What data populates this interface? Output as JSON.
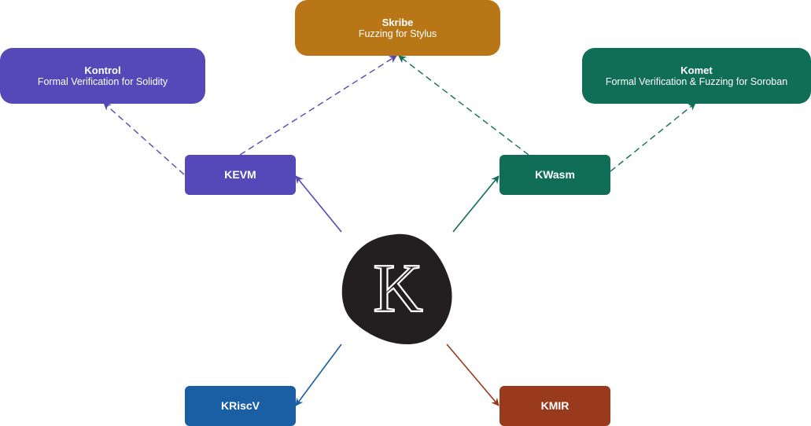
{
  "center": {
    "logo_letter": "K",
    "icon": "k-framework-logo",
    "color": "#231f20"
  },
  "targets": {
    "skribe": {
      "title": "Skribe",
      "subtitle": "Fuzzing for Stylus",
      "color": "#b97617"
    },
    "kontrol": {
      "title": "Kontrol",
      "subtitle": "Formal Verification for Solidity",
      "color": "#5548b8"
    },
    "komet": {
      "title": "Komet",
      "subtitle": "Formal Verification & Fuzzing for Soroban",
      "color": "#106e57"
    }
  },
  "semantics": {
    "kevm": {
      "title": "KEVM",
      "color": "#5548b8"
    },
    "kwasm": {
      "title": "KWasm",
      "color": "#106e57"
    },
    "kriscv": {
      "title": "KRiscV",
      "color": "#1a5fa4"
    },
    "kmir": {
      "title": "KMIR",
      "color": "#9a3a1d"
    }
  },
  "edges": [
    {
      "from": "k",
      "to": "kevm",
      "style": "solid",
      "color": "#5548b8"
    },
    {
      "from": "k",
      "to": "kwasm",
      "style": "solid",
      "color": "#106e57"
    },
    {
      "from": "k",
      "to": "kriscv",
      "style": "solid",
      "color": "#1a5fa4"
    },
    {
      "from": "k",
      "to": "kmir",
      "style": "solid",
      "color": "#9a3a1d"
    },
    {
      "from": "kevm",
      "to": "kontrol",
      "style": "dashed",
      "color": "#5548b8"
    },
    {
      "from": "kevm",
      "to": "skribe",
      "style": "dashed",
      "color": "#5548b8"
    },
    {
      "from": "kwasm",
      "to": "skribe",
      "style": "dashed",
      "color": "#106e57"
    },
    {
      "from": "kwasm",
      "to": "komet",
      "style": "dashed",
      "color": "#106e57"
    }
  ]
}
